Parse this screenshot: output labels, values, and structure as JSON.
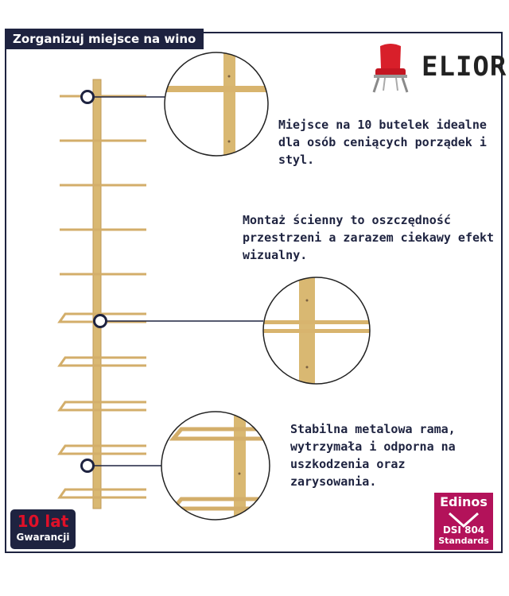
{
  "header": {
    "title": "Zorganizuj miejsce na wino"
  },
  "brand": {
    "name": "ELIOR",
    "icon": "red-chair-icon"
  },
  "features": [
    {
      "text": "Miejsce na 10 butelek idealne dla osób ceniących porządek i styl."
    },
    {
      "text": "Montaż ścienny to oszczędność przestrzeni a zarazem ciekawy efekt wizualny."
    },
    {
      "text": "Stabilna metalowa rama, wytrzymała i odporna na uszkodzenia oraz zarysowania."
    }
  ],
  "warranty": {
    "years": "10 lat",
    "label": "Gwarancji"
  },
  "certification": {
    "name": "Edinos",
    "code_left": "DSI",
    "code_right": "804",
    "standard": "Standards"
  },
  "colors": {
    "navy": "#1e2340",
    "gold": "#d9b06a",
    "red": "#e01028",
    "magenta": "#b3125a"
  }
}
